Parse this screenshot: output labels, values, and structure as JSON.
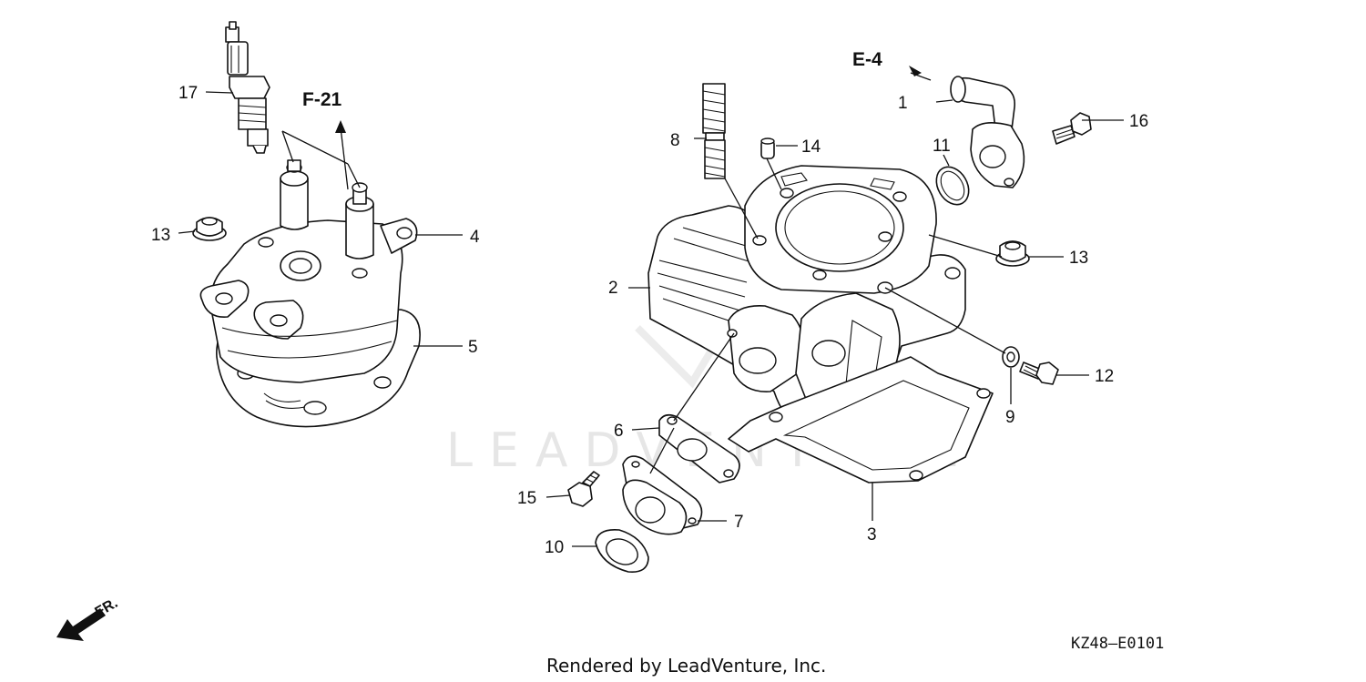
{
  "watermark": "LEADVENTURE",
  "references": {
    "f21": "F-21",
    "e4": "E-4"
  },
  "callouts": {
    "c1": "1",
    "c2": "2",
    "c3": "3",
    "c4": "4",
    "c5": "5",
    "c6": "6",
    "c7": "7",
    "c8": "8",
    "c9": "9",
    "c10": "10",
    "c11": "11",
    "c12": "12",
    "c13a": "13",
    "c13b": "13",
    "c14": "14",
    "c15": "15",
    "c16": "16",
    "c17": "17"
  },
  "front_indicator": "FR.",
  "diagram_code": "KZ48—E0101",
  "footer": "Rendered by LeadVenture, Inc."
}
